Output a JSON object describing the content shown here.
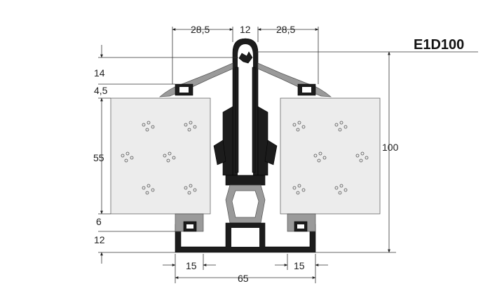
{
  "title": "E1D100",
  "dimensions": {
    "left_top": "28,5",
    "center_top": "12",
    "right_top": "28,5",
    "d14": "14",
    "d45": "4,5",
    "d55": "55",
    "d6": "6",
    "d12": "12",
    "left_bottom": "15",
    "right_bottom": "15",
    "total_width": "65",
    "total_height": "100"
  }
}
